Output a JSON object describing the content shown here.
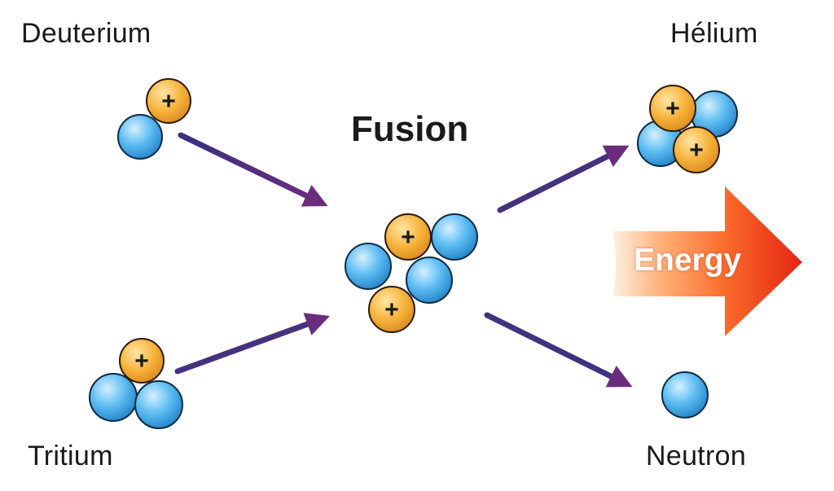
{
  "labels": {
    "deuterium": "Deuterium",
    "tritium": "Tritium",
    "helium": "Hélium",
    "neutron": "Neutron",
    "fusion": "Fusion",
    "energy": "Energy"
  },
  "particle_symbols": {
    "proton": "+"
  },
  "colors": {
    "neutron": "#38a6e6",
    "proton": "#f4ab2a",
    "arrow": "#45327f",
    "energy_arrow_start": "#ffd9b8",
    "energy_arrow_end": "#e42413"
  }
}
